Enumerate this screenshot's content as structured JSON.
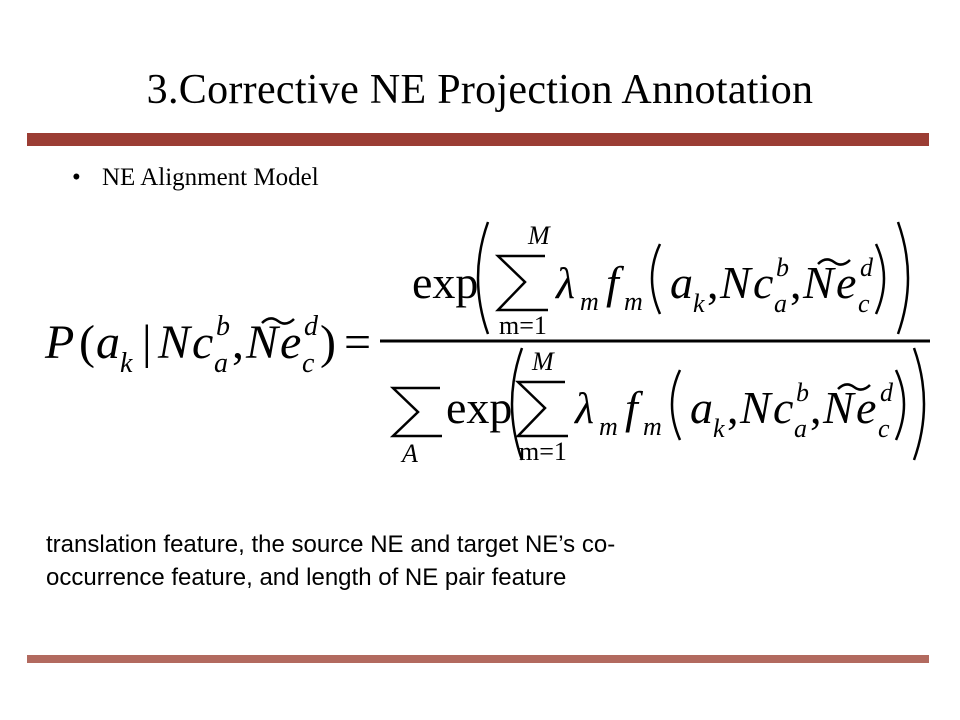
{
  "slide": {
    "title": "3.Corrective NE Projection Annotation",
    "bullet": {
      "symbol": "•",
      "text": "NE Alignment Model"
    },
    "formula": {
      "lhs_P": "P",
      "lhs_open": "(",
      "lhs_a": "a",
      "lhs_k": "k",
      "lhs_bar": "|",
      "lhs_N1": "N",
      "lhs_c1": "c",
      "lhs_sup_b": "b",
      "lhs_sub_a": "a",
      "lhs_comma": ",",
      "lhs_N2": "N",
      "lhs_e": "e",
      "lhs_sup_d": "d",
      "lhs_sub_c": "c",
      "lhs_close": ")",
      "equals": "=",
      "exp": "exp",
      "sum_upper": "M",
      "sum_lower": "m=1",
      "lambda": "λ",
      "lambda_sub": "m",
      "f": "f",
      "f_sub": "m",
      "arg_a": "a",
      "arg_k": "k",
      "arg_N1": "N",
      "arg_c1": "c",
      "arg_sup_b": "b",
      "arg_sub_a": "a",
      "comma": ",",
      "arg_N2": "N",
      "arg_e": "e",
      "arg_sup_d": "d",
      "arg_sub_c": "c",
      "outer_sum_lower": "A",
      "tilde": "~"
    },
    "note": {
      "line1": "translation feature, the source NE and target NE’s co-",
      "line2": "occurrence feature, and length of NE pair feature"
    }
  },
  "colors": {
    "rule_top": "#9b3d34",
    "rule_bottom": "#b26a5f"
  }
}
